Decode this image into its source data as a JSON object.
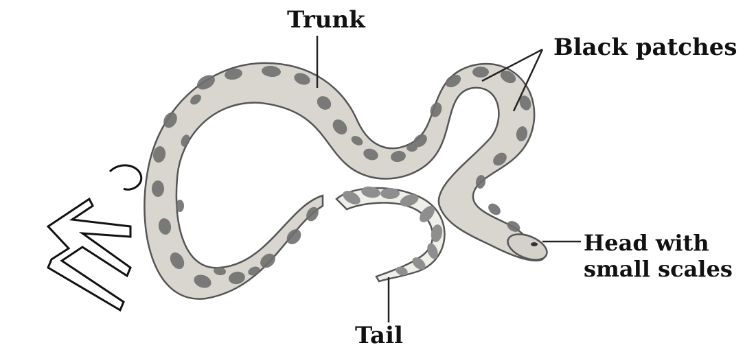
{
  "labels": {
    "trunk": "Trunk",
    "black_patches": "Black patches",
    "head_line1": "Head with",
    "head_line2": "small scales",
    "tail": "Tail"
  },
  "watermark_text": "M",
  "colors": {
    "body_fill": "#d8d6cf",
    "body_outline": "#555555",
    "patch_fill": "#6f6f6f",
    "tail_band_dark": "#8e8e8e",
    "tail_band_light": "#efefea",
    "leader_line": "#222222",
    "label_text": "#111111"
  }
}
